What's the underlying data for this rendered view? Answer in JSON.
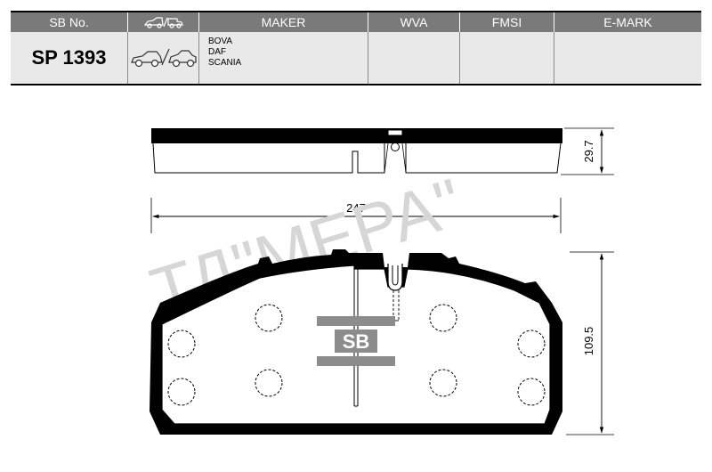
{
  "table": {
    "headers": {
      "sb_no": "SB No.",
      "icon_col": "car-truck-icon",
      "maker": "MAKER",
      "wva": "WVA",
      "fmsi": "FMSI",
      "emark": "E-MARK"
    },
    "row": {
      "part_number": "SP 1393",
      "vehicle_icon": "car-truck-icon",
      "makers": [
        "BOVA",
        "DAF",
        "SCANIA"
      ],
      "wva": "",
      "fmsi": "",
      "emark": ""
    }
  },
  "drawing": {
    "dim_thickness": "29.7",
    "dim_width": "247",
    "dim_height": "109.5",
    "logo_text": "SB",
    "watermark": "ТД\"МЕРА\""
  },
  "colors": {
    "header_bg": "#7a7a7a",
    "row_bg": "#e9e9e9",
    "logo_gray": "#8c8c8c",
    "watermark": "#d6d6d6"
  }
}
